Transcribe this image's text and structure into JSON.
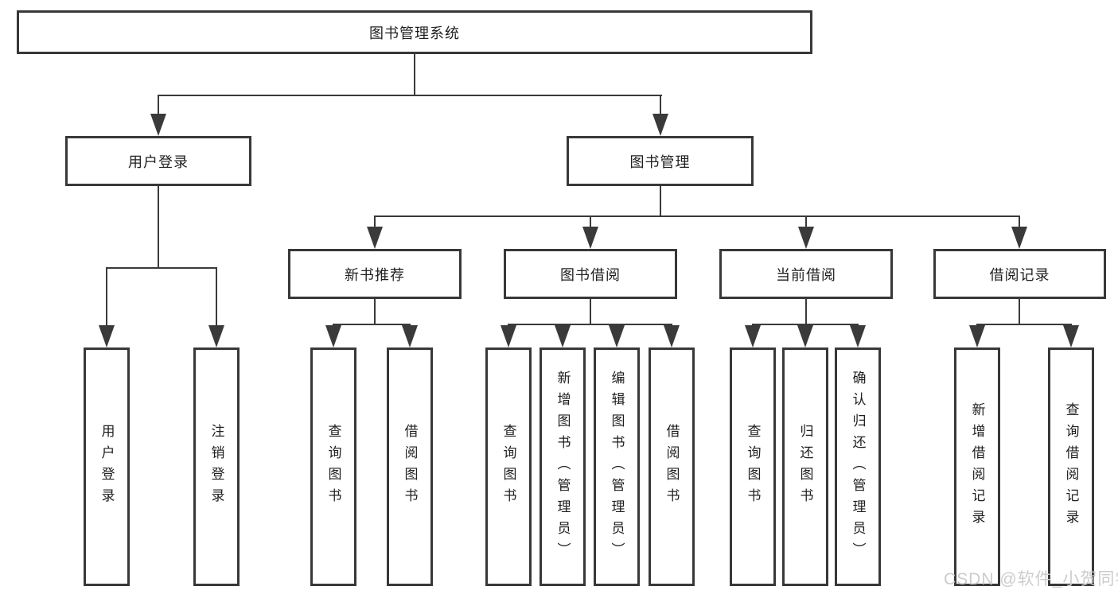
{
  "colors": {
    "line": "#3a3a3a",
    "box_border": "#383838",
    "box_background": "#ffffff",
    "text": "#1f1f1f",
    "watermark": "#cccccc"
  },
  "tree": {
    "label": "图书管理系统",
    "children": [
      {
        "label": "用户登录",
        "children": [
          {
            "label": "用户登录"
          },
          {
            "label": "注销登录"
          }
        ]
      },
      {
        "label": "图书管理",
        "children": [
          {
            "label": "新书推荐",
            "children": [
              {
                "label": "查询图书"
              },
              {
                "label": "借阅图书"
              }
            ]
          },
          {
            "label": "图书借阅",
            "children": [
              {
                "label": "查询图书"
              },
              {
                "label": "新增图书（管理员）"
              },
              {
                "label": "编辑图书（管理员）"
              },
              {
                "label": "借阅图书"
              }
            ]
          },
          {
            "label": "当前借阅",
            "children": [
              {
                "label": "查询图书"
              },
              {
                "label": "归还图书"
              },
              {
                "label": "确认归还（管理员）"
              }
            ]
          },
          {
            "label": "借阅记录",
            "children": [
              {
                "label": "新增借阅记录"
              },
              {
                "label": "查询借阅记录"
              }
            ]
          }
        ]
      }
    ]
  },
  "watermark": "CSDN @软件_小贺同学"
}
